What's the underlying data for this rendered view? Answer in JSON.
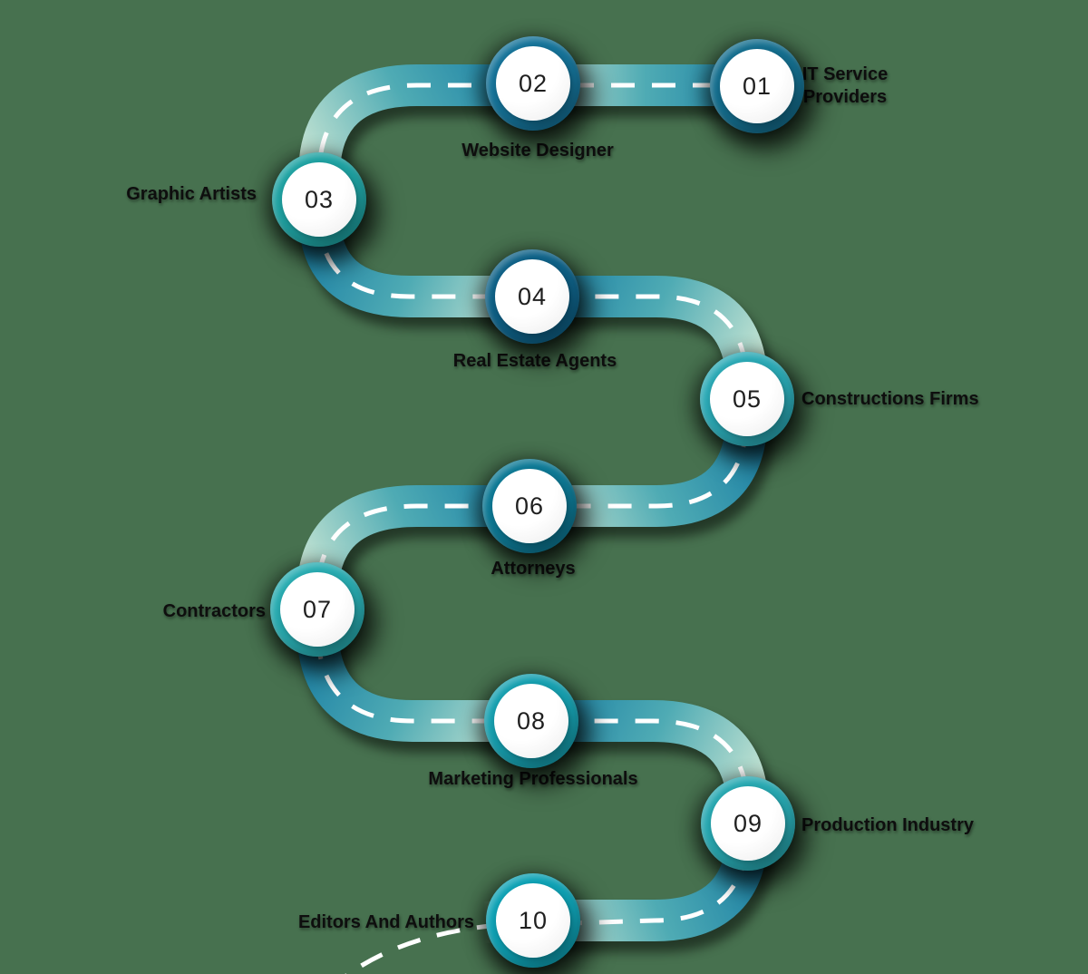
{
  "background_color": "#47714F",
  "road": {
    "dark_color": "#1A7FA4",
    "mid_color": "#4FABB4",
    "light_color": "#C9E6D4",
    "dash_color": "#FFFFFF"
  },
  "nodes": [
    {
      "number": "01",
      "label": "IT Service Providers",
      "ring_color": "#156F8F"
    },
    {
      "number": "02",
      "label": "Website Designer",
      "ring_color": "#16749A"
    },
    {
      "number": "03",
      "label": "Graphic Artists",
      "ring_color": "#1FA3A3"
    },
    {
      "number": "04",
      "label": "Real Estate Agents",
      "ring_color": "#0F6288"
    },
    {
      "number": "05",
      "label": "Constructions Firms",
      "ring_color": "#2BAAB6"
    },
    {
      "number": "06",
      "label": "Attorneys",
      "ring_color": "#0E7A96"
    },
    {
      "number": "07",
      "label": "Contractors",
      "ring_color": "#29ADB2"
    },
    {
      "number": "08",
      "label": "Marketing Professionals",
      "ring_color": "#17A1B1"
    },
    {
      "number": "09",
      "label": "Production Industry",
      "ring_color": "#28A9B2"
    },
    {
      "number": "10",
      "label": "Editors And Authors",
      "ring_color": "#0FA3B6"
    }
  ]
}
